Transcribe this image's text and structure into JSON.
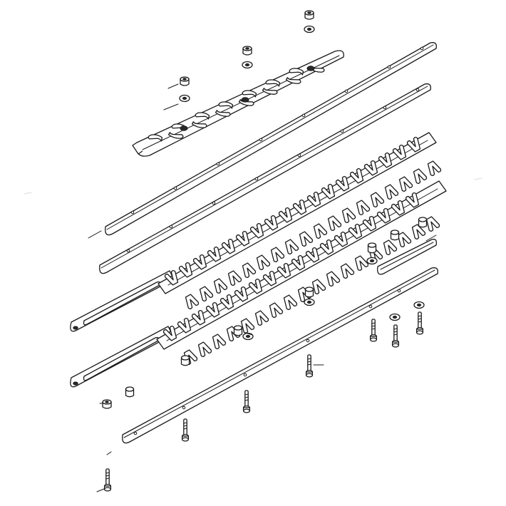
{
  "diagram": {
    "kind": "exploded-parts-view",
    "parts": [
      {
        "id": "blade-guide-bar",
        "icon": "guard-comb-icon"
      },
      {
        "id": "upper-clamp-strip",
        "icon": "flat-strip-icon"
      },
      {
        "id": "lower-clamp-strip",
        "icon": "flat-strip-icon"
      },
      {
        "id": "upper-cutter-blade",
        "icon": "toothed-blade-icon"
      },
      {
        "id": "lower-cutter-blade",
        "icon": "toothed-blade-icon"
      },
      {
        "id": "short-plate",
        "icon": "plate-icon"
      },
      {
        "id": "bottom-strip",
        "icon": "flat-strip-icon"
      },
      {
        "id": "nuts",
        "icon": "nut-icon"
      },
      {
        "id": "washers",
        "icon": "washer-icon"
      },
      {
        "id": "spacer-bushings",
        "icon": "bushing-icon"
      },
      {
        "id": "screws",
        "icon": "screw-icon"
      }
    ],
    "colors": {
      "line": "#1a1a1a",
      "background": "#ffffff"
    }
  }
}
